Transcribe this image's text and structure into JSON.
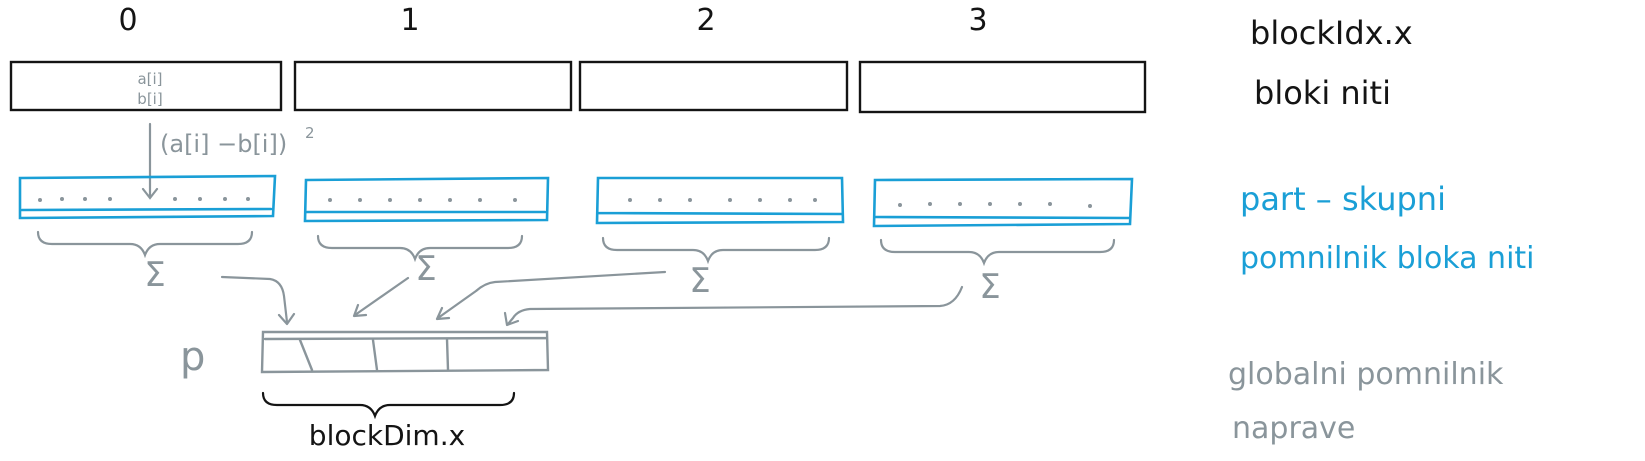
{
  "block_indices": [
    "0",
    "1",
    "2",
    "3"
  ],
  "first_block_labels": {
    "a": "a[i]",
    "b": "b[i]"
  },
  "formula": {
    "text": "(a[i] −b[i])",
    "exponent": "2"
  },
  "sum_symbol": "Σ",
  "global_array_label": "p",
  "bracket_label": "blockDim.x",
  "legend": {
    "block_idx": "blockIdx.x",
    "thread_blocks": "bloki niti",
    "part_line1": "part – skupni",
    "part_line2": "pomnilnik bloka niti",
    "global_line1": "globalni pomnilnik",
    "global_line2": "naprave"
  },
  "colors": {
    "ink": "#141414",
    "shared": "#1a9fd6",
    "flow": "#8a959b"
  }
}
